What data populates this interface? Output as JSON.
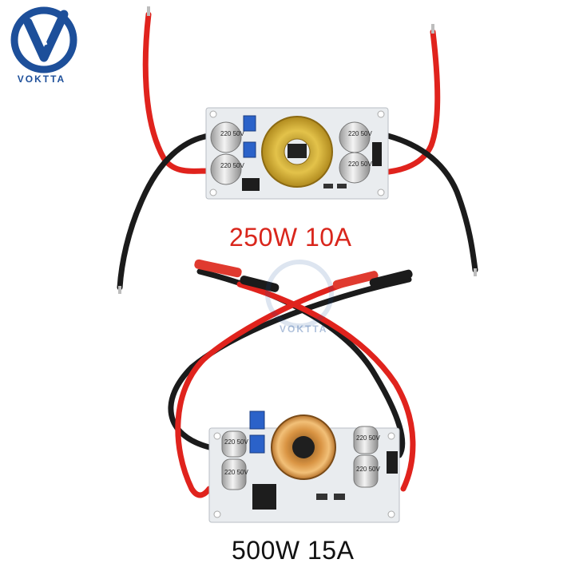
{
  "brand": {
    "logo_text": "VOKTTA",
    "watermark_text": "VOKTTA"
  },
  "captions": {
    "top": "250W 10A",
    "bottom": "500W 15A"
  },
  "colors": {
    "caption_color": "#d9261c",
    "brand_blue": "#1d4f9a",
    "wire_red": "#e0231d",
    "wire_black": "#1b1b1b",
    "copper": "#d99443"
  },
  "boards": {
    "top": {
      "capacitors": [
        "220 50V",
        "220 50V",
        "220 50V",
        "220 50V"
      ]
    },
    "bottom": {
      "capacitors": [
        "220 50V",
        "220 50V",
        "220 50V",
        "220 50V"
      ]
    }
  }
}
